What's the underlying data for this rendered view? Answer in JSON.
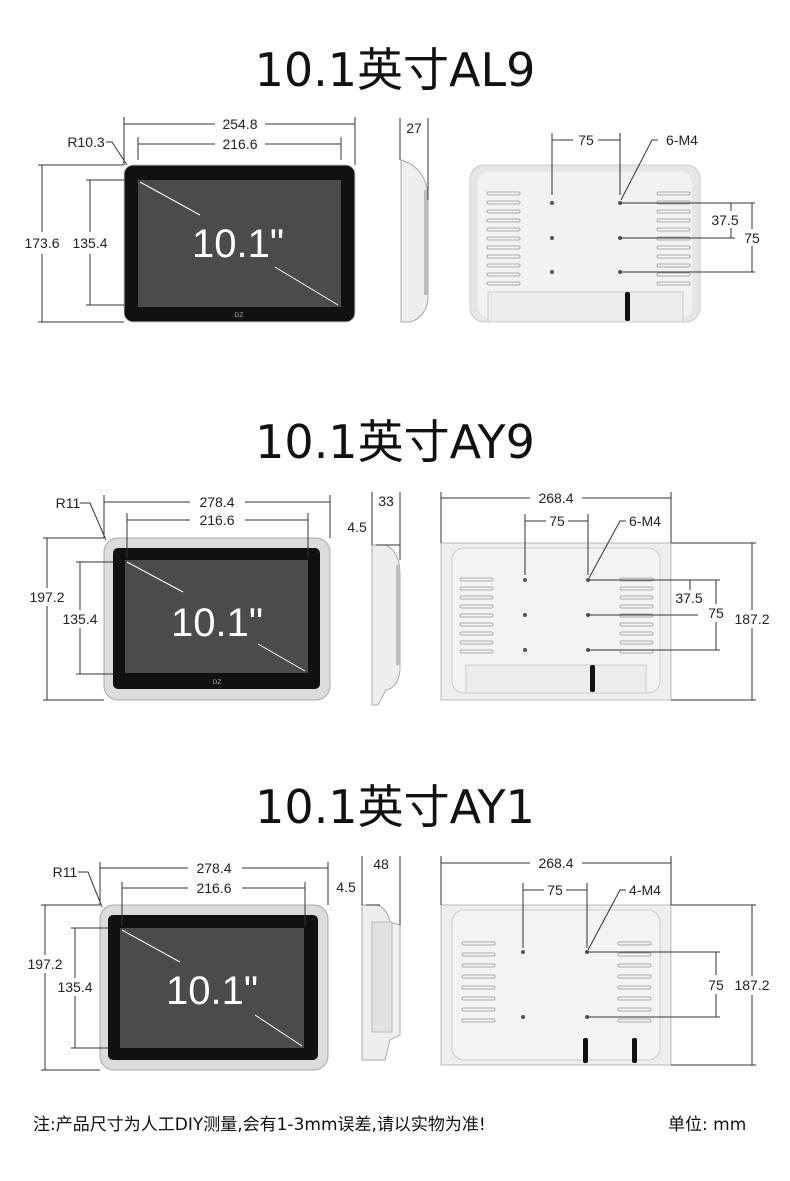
{
  "sections": [
    {
      "title": "10.1英寸AL9",
      "screen_label": "10.1\"",
      "radius": "R10.3",
      "outer_width": "254.8",
      "screen_width": "216.6",
      "outer_height": "173.6",
      "screen_height": "135.4",
      "depth": "27",
      "vesa_h": "75",
      "holes": "6-M4",
      "half_v": "37.5",
      "vesa_v": "75"
    },
    {
      "title": "10.1英寸AY9",
      "screen_label": "10.1\"",
      "radius": "R11",
      "outer_width": "278.4",
      "screen_width": "216.6",
      "outer_height": "197.2",
      "screen_height": "135.4",
      "depth": "33",
      "bezel": "4.5",
      "back_width": "268.4",
      "vesa_h": "75",
      "holes": "6-M4",
      "half_v": "37.5",
      "vesa_v": "75",
      "back_height": "187.2"
    },
    {
      "title": "10.1英寸AY1",
      "screen_label": "10.1\"",
      "radius": "R11",
      "outer_width": "278.4",
      "screen_width": "216.6",
      "outer_height": "197.2",
      "screen_height": "135.4",
      "depth": "48",
      "bezel": "4.5",
      "back_width": "268.4",
      "vesa_h": "75",
      "holes": "4-M4",
      "vesa_v": "75",
      "back_height": "187.2"
    }
  ],
  "footer": {
    "note": "注:产品尺寸为人工DIY测量,会有1-3mm误差,请以实物为准!",
    "unit": "单位: mm"
  }
}
